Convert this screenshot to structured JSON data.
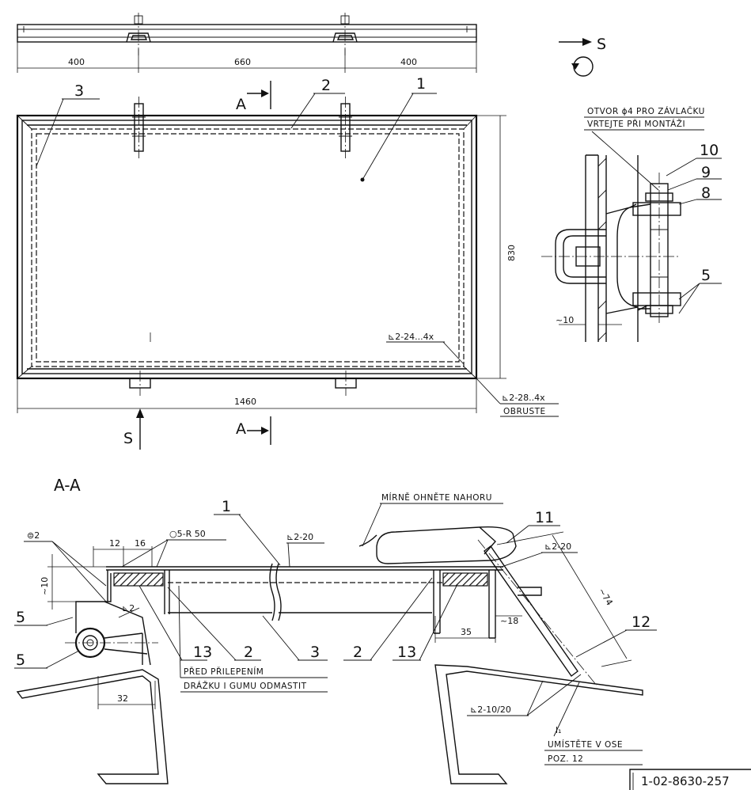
{
  "drawing_number": "1-02-8630-257",
  "view_direction": {
    "arrow_label": "S"
  },
  "section": {
    "title": "A-A",
    "cut_label_top": "A",
    "cut_label_bottom": "A",
    "view_label_bottom": "S"
  },
  "top_view": {
    "dims": {
      "left": "400",
      "middle": "660",
      "right": "400"
    }
  },
  "front_view": {
    "position_labels": {
      "p1": "1",
      "p2": "2",
      "p3": "3"
    },
    "dims": {
      "width": "1460",
      "height": "830"
    },
    "weld_inner": "⊾2-24...4x",
    "weld_outer": "⊾2-28..4x",
    "weld_outer_note": "OBRUSTE"
  },
  "hinge_detail": {
    "note_line1": "OTVOR ϕ4 PRO ZÁVLAČKU",
    "note_line2": "VRTEJTE PŘI MONTÁŽI",
    "position_labels": {
      "p10": "10",
      "p9": "9",
      "p8": "8",
      "p5": "5"
    },
    "dim_offset": "~10"
  },
  "section_view": {
    "position_labels": {
      "p1": "1",
      "p2a": "2",
      "p2b": "2",
      "p3": "3",
      "p5a": "5",
      "p5b": "5",
      "p11": "11",
      "p12": "12",
      "p13a": "13",
      "p13b": "13"
    },
    "dims": {
      "d12": "12",
      "d16": "16",
      "d10": "~10",
      "d32": "32",
      "d35": "35",
      "d18": "~18",
      "d74": "~74"
    },
    "welds": {
      "w_top_center": "⊾2-20",
      "w_top_right": "⊾2-20",
      "w_left": "⊾2",
      "w_bottom_right": "⊾2-10/20",
      "w_left_symbol": "⊜2",
      "w_radius": "○5-R 50"
    },
    "notes": {
      "bend_up": "MÍRNĚ OHNĚTE NAHORU",
      "glue_line1": "PŘED PŘILEPENÍM",
      "glue_line2": "DRÁŽKU I GUMU ODMASTIT",
      "l1": "l₁",
      "place_line1": "UMÍSTĚTE V OSE",
      "place_line2": "POZ. 12"
    }
  }
}
